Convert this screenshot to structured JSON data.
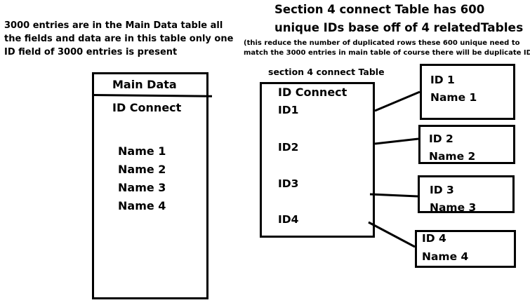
{
  "note_left": "3000 entries are in the Main Data table all the fields and data are in this table only one ID field of 3000 entries is present",
  "headline": {
    "line1": "Section 4 connect Table has 600",
    "line2_main": "unique IDs base off of 4 related",
    "line2_end": "Tables",
    "subnote_line1": "(this reduce the number of duplicated rows these 600 unique need to",
    "subnote_line2": "match the 3000 entries in main table of course there will be duplicate IDs)"
  },
  "main_table": {
    "title": "Main Data",
    "field": "ID Connect",
    "names": [
      "Name  1",
      "Name 2",
      "Name 3",
      "Name 4"
    ]
  },
  "connect_table": {
    "caption": "section 4 connect Table",
    "title": "ID Connect",
    "ids": [
      "ID1",
      "ID2",
      "ID3",
      "ID4"
    ]
  },
  "related_tables": [
    {
      "id": "ID 1",
      "name": "Name 1"
    },
    {
      "id": "ID 2",
      "name": "Name 2"
    },
    {
      "id": "ID 3",
      "name": "Name 3"
    },
    {
      "id": "ID 4",
      "name": "Name 4"
    }
  ]
}
